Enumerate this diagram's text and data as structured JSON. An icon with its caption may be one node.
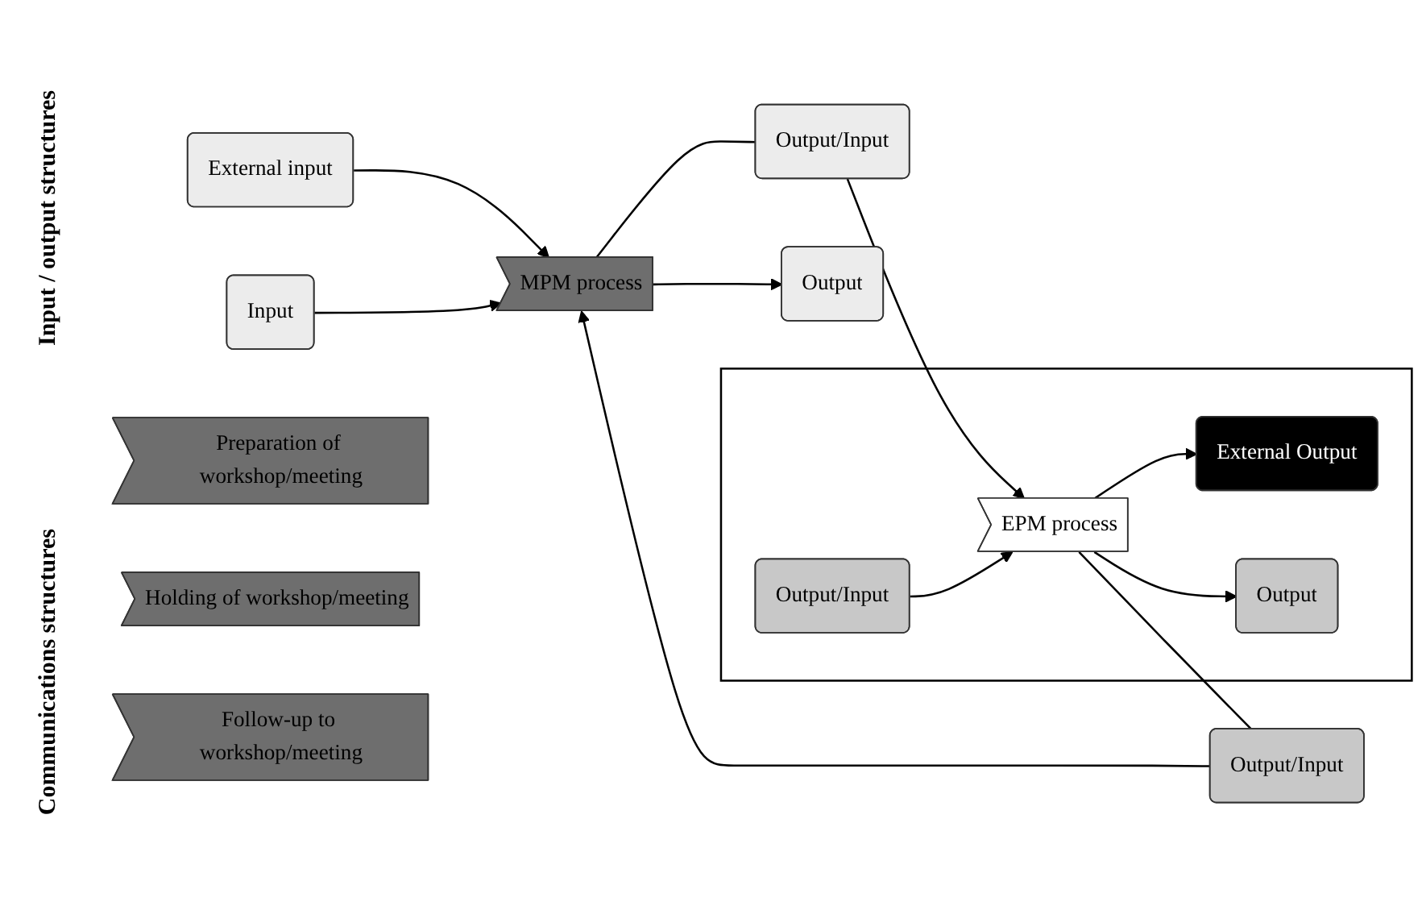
{
  "diagram": {
    "nodes": [
      {
        "text": [
          "External input"
        ]
      },
      {
        "text": [
          "Input"
        ]
      },
      {
        "text": [
          "MPM process"
        ]
      },
      {
        "text": [
          "Output"
        ]
      },
      {
        "text": [
          "Output/Input"
        ]
      },
      {
        "text": [
          "Output/Input"
        ]
      },
      {
        "text": [],
        "shape": "box"
      },
      {
        "text": [
          "Output/Input"
        ],
        "in": 6
      },
      {
        "text": [
          "EPM process"
        ],
        "in": 6
      },
      {
        "text": [
          "External Output"
        ],
        "in": 6
      },
      {
        "text": [
          "Output"
        ],
        "in": 6
      },
      {
        "text": [
          "Preparation of workshop/meeting"
        ]
      },
      {
        "text": [
          "Holding of workshop/meeting"
        ]
      },
      {
        "text": [
          "Follow-up to workshop/meeting"
        ]
      }
    ],
    "edges": [
      {
        "from": 0,
        "to": 2,
        "arrow": "to"
      },
      {
        "from": 1,
        "to": 2,
        "arrow": "to"
      },
      {
        "from": 2,
        "to": 3,
        "arrow": "to"
      },
      {
        "from": 8,
        "to": 4,
        "arrow": "none"
      },
      {
        "from": 4,
        "to": 2,
        "arrow": "to"
      },
      {
        "from": 2,
        "to": 5,
        "arrow": "none"
      },
      {
        "from": 5,
        "to": 8,
        "arrow": "to"
      },
      {
        "from": 7,
        "to": 8,
        "arrow": "to"
      },
      {
        "from": 8,
        "to": 9,
        "arrow": "to"
      },
      {
        "from": 8,
        "to": 10,
        "arrow": "to"
      }
    ],
    "labels": [
      "Input / output structures",
      "Communications structures"
    ]
  }
}
